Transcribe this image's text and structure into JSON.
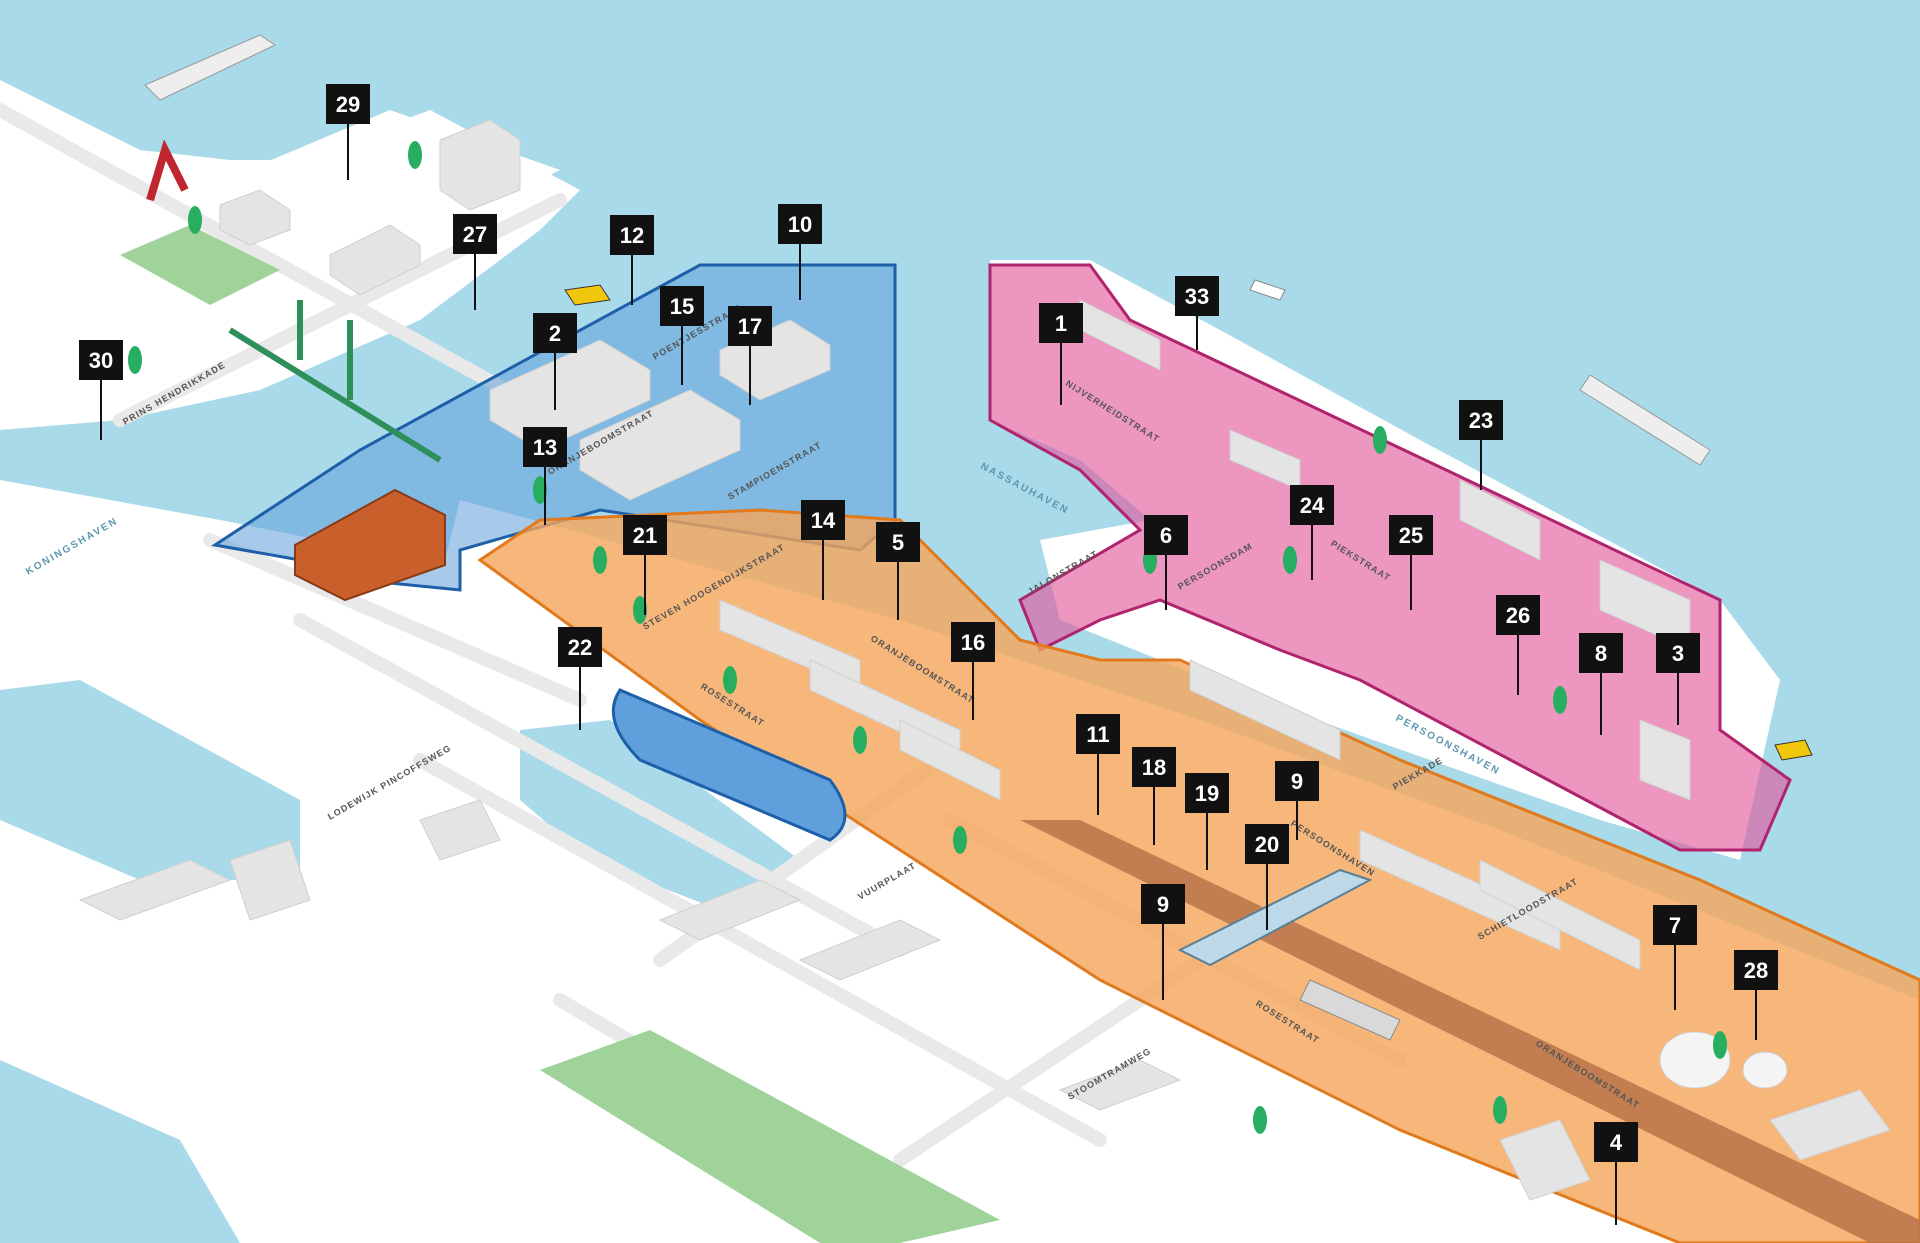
{
  "colors": {
    "water": "#a9daea",
    "land": "#ffffff",
    "roads": "#f0f0f0",
    "buildings": "#e6e6e6",
    "zone_blue": "#5f9fdb",
    "zone_blue_border": "#1d5fa8",
    "zone_pink": "#e0559a",
    "zone_pink_border": "#b0236d",
    "zone_orange": "#f5a55a",
    "zone_orange_border": "#e07a1c",
    "park": "#9fd39a",
    "trees": "#27ae60",
    "bridge": "#2f8f5a",
    "hef_bridge_red": "#c0262d",
    "marker_bg": "#111111",
    "marker_text": "#ffffff"
  },
  "water_labels": {
    "koningshaven": "KONINGSHAVEN",
    "nassauhaven": "NASSAUHAVEN",
    "persoonshaven": "PERSOONSHAVEN"
  },
  "streets": {
    "prins_hendrikkade": "PRINS HENDRIKKADE",
    "oranjeboomstraat_1": "ORANJEBOOMSTRAAT",
    "oranjeboomstraat_2": "ORANJEBOOMSTRAAT",
    "steven_hoogendijkstraat": "STEVEN HOOGENDIJKSTRAAT",
    "roserstraat_1": "ROSESTRAAT",
    "roserstraat_2": "ROSESTRAAT",
    "lodewijk_pincoffsweg": "LODEWIJK PINCOFFSWEG",
    "vuurplaat": "VUURPLAAT",
    "stoomtramweg": "STOOMTRAMWEG",
    "jalonstraat": "JALONSTRAAT",
    "persoonsdam": "PERSOONSDAM",
    "piekstraat": "PIEKSTRAAT",
    "nijverheidstraat": "NIJVERHEIDSTRAAT",
    "piekkade": "PIEKKADE",
    "persoonshaven_street": "PERSOONSHAVEN",
    "schietloodstraat": "SCHIETLOODSTRAAT",
    "oranjeboomstraat_3": "ORANJEBOOMSTRAAT",
    "poentjesstraat": "POENTJESSTRAAT",
    "stampioenstraat": "STAMPIOENSTRAAT"
  },
  "markers": [
    {
      "label": "29"
    },
    {
      "label": "27"
    },
    {
      "label": "12"
    },
    {
      "label": "10"
    },
    {
      "label": "15"
    },
    {
      "label": "17"
    },
    {
      "label": "2"
    },
    {
      "label": "30"
    },
    {
      "label": "13"
    },
    {
      "label": "21"
    },
    {
      "label": "14"
    },
    {
      "label": "5"
    },
    {
      "label": "22"
    },
    {
      "label": "16"
    },
    {
      "label": "1"
    },
    {
      "label": "33"
    },
    {
      "label": "23"
    },
    {
      "label": "24"
    },
    {
      "label": "6"
    },
    {
      "label": "25"
    },
    {
      "label": "26"
    },
    {
      "label": "8"
    },
    {
      "label": "3"
    },
    {
      "label": "11"
    },
    {
      "label": "18"
    },
    {
      "label": "19"
    },
    {
      "label": "9"
    },
    {
      "label": "20"
    },
    {
      "label": "9"
    },
    {
      "label": "7"
    },
    {
      "label": "28"
    },
    {
      "label": "4"
    }
  ]
}
